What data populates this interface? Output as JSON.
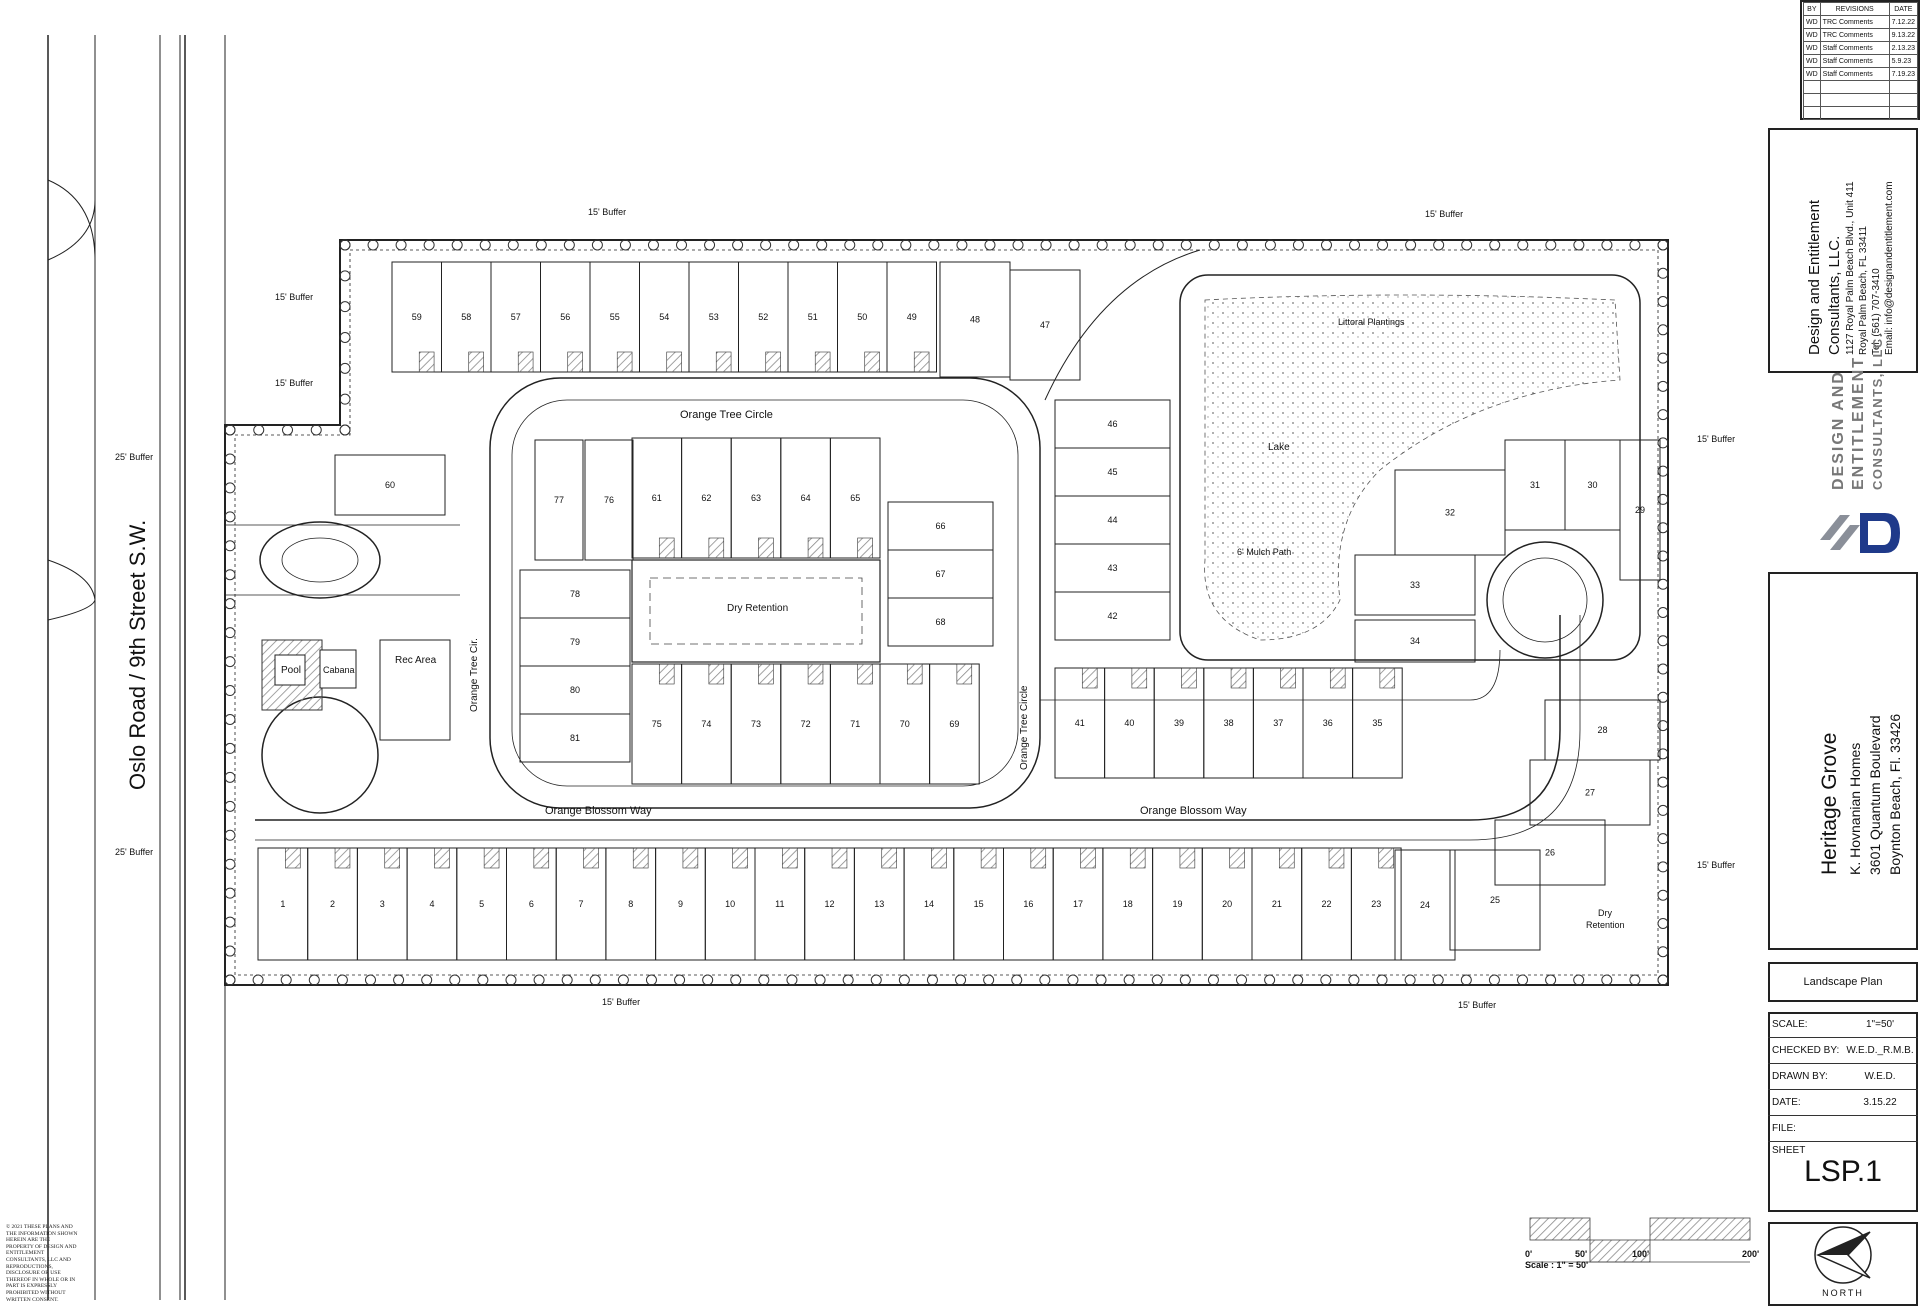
{
  "streets": {
    "main_road": "Oslo Road / 9th Street S.W.",
    "orange_tree_circle": "Orange Tree Circle",
    "orange_tree_cir": "Orange Tree Cir.",
    "orange_blossom_way": "Orange Blossom Way"
  },
  "areas": {
    "dry_retention": "Dry Retention",
    "dry_retention_corner": [
      "Dry",
      "Retention"
    ],
    "pool": "Pool",
    "cabana": "Cabana",
    "rec_area": "Rec Area",
    "lake": "Lake",
    "littoral": "Littoral Plantings",
    "mulch_path": "6' Mulch Path"
  },
  "buffers": {
    "b15": "15' Buffer",
    "b25": "25' Buffer"
  },
  "lots": {
    "bottom_row": [
      "1",
      "2",
      "3",
      "4",
      "5",
      "6",
      "7",
      "8",
      "9",
      "10",
      "11",
      "12",
      "13",
      "14",
      "15",
      "16",
      "17",
      "18",
      "19",
      "20",
      "21",
      "22",
      "23"
    ],
    "top_row": [
      "59",
      "58",
      "57",
      "56",
      "55",
      "54",
      "53",
      "52",
      "51",
      "50",
      "49"
    ],
    "center_top": [
      "61",
      "62",
      "63",
      "64",
      "65"
    ],
    "center_bottom": [
      "75",
      "74",
      "73",
      "72",
      "71",
      "70",
      "69"
    ],
    "right_bottom": [
      "41",
      "40",
      "39",
      "38",
      "37",
      "36",
      "35"
    ],
    "left_stack": [
      "78",
      "79",
      "80",
      "81"
    ],
    "stack_66_68": [
      "66",
      "67",
      "68"
    ],
    "stack_42_46": [
      "46",
      "45",
      "44",
      "43",
      "42"
    ],
    "misc": {
      "l60": "60",
      "l76": "76",
      "l77": "77",
      "l48": "48",
      "l47": "47",
      "l34": "34",
      "l33": "33",
      "l32": "32",
      "l31": "31",
      "l30": "30",
      "l29": "29",
      "l28": "28",
      "l27": "27",
      "l26": "26",
      "l25": "25",
      "l24": "24"
    }
  },
  "revisions": {
    "header_by": "BY",
    "header_title": "REVISIONS",
    "header_date": "DATE",
    "rows": [
      {
        "by": "WD",
        "desc": "TRC Comments",
        "date": "7.12.22"
      },
      {
        "by": "WD",
        "desc": "TRC Comments",
        "date": "9.13.22"
      },
      {
        "by": "WD",
        "desc": "Staff Comments",
        "date": "2.13.23"
      },
      {
        "by": "WD",
        "desc": "Staff Comments",
        "date": "5.9.23"
      },
      {
        "by": "WD",
        "desc": "Staff Comments",
        "date": "7.19.23"
      }
    ]
  },
  "firm": {
    "name1": "Design and Entitlement",
    "name2": "Consultants, LLC.",
    "address1": "1127 Royal Palm Beach Blvd., Unit 411",
    "address2": "Royal Palm Beach, FL 33411",
    "tel": "Tel: (561) 707-3410",
    "email": "Email: info@designandentitlement.com",
    "logo_line1": "DESIGN AND",
    "logo_line2": "ENTITLEMENT",
    "logo_line3": "CONSULTANTS, LLC."
  },
  "project": {
    "name": "Heritage Grove",
    "client": "K. Hovnanian Homes",
    "address": "3601 Quantum Boulevard",
    "city": "Boynton Beach, Fl. 33426"
  },
  "sheet": {
    "type": "Landscape Plan",
    "scale_label": "SCALE:",
    "scale_value": "1\"=50'",
    "checked_label": "CHECKED BY:",
    "checked_value": "W.E.D._R.M.B.",
    "drawn_label": "DRAWN BY:",
    "drawn_value": "W.E.D.",
    "date_label": "DATE:",
    "date_value": "3.15.22",
    "file_label": "FILE:",
    "sheet_label": "SHEET",
    "sheet_number": "LSP.1",
    "north": "NORTH"
  },
  "scale_bar": {
    "ticks": [
      "0'",
      "50'",
      "100'",
      "200'"
    ],
    "caption": "Scale : 1\" = 50'"
  },
  "copyright": "© 2021 THESE PLANS AND THE INFORMATION SHOWN HEREIN ARE THE PROPERTY OF DESIGN AND ENTITLEMENT CONSULTANTS, LLC AND REPRODUCTIONS, DISCLOSURE OR USE THEREOF IN WHOLE OR IN PART IS EXPRESSLY PROHIBITED WITHOUT WRITTEN CONSENT.",
  "colors": {
    "ink": "#111111",
    "road": "#f7f7f7",
    "hatch": "#9a9a9a",
    "logo_blue": "#1f3a8a",
    "logo_gray": "#8a8f99"
  }
}
